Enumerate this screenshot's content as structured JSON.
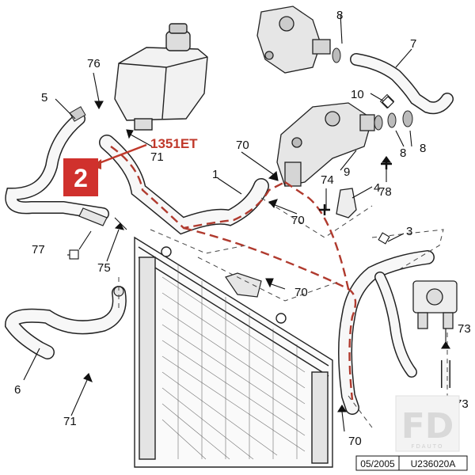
{
  "callouts": {
    "c1": "1",
    "c3": "3",
    "c4": "4",
    "c5": "5",
    "c6": "6",
    "c7": "7",
    "c8a": "8",
    "c8b": "8",
    "c8c": "8",
    "c9": "9",
    "c10": "10",
    "c70a": "70",
    "c70b": "70",
    "c70c": "70",
    "c70d": "70",
    "c71a": "71",
    "c71b": "71",
    "c73a": "73",
    "c73b": "73",
    "c74": "74",
    "c75": "75",
    "c76": "76",
    "c77": "77",
    "c78": "78"
  },
  "annotation": {
    "part_code": "1351ET",
    "badge": "2",
    "color": "#c0392b"
  },
  "footer": {
    "date": "05/2005",
    "ref": "U236020A"
  },
  "watermark": {
    "mark": "FD",
    "text": "FDAUTO"
  }
}
